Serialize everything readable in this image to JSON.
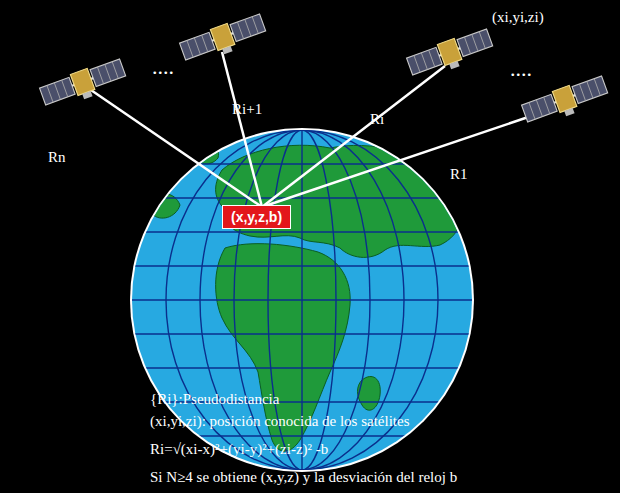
{
  "diagram": {
    "nodes": [
      {
        "text": [
          "(x,y,z,b)"
        ]
      }
    ],
    "labels": [
      "(xi,yi,zi)",
      "Ri+1",
      "Ri",
      "Rn",
      "R1",
      "....",
      "....",
      "{Ri}:Pseudodistancia",
      "(xi,yi,zi): posición conocida de los satélites",
      "Ri=√(xi-x)²+(yi-y)²+(zi-z)² -b",
      "Si N≥4 se obtiene (x,y,z) y la desviación del reloj b"
    ]
  }
}
